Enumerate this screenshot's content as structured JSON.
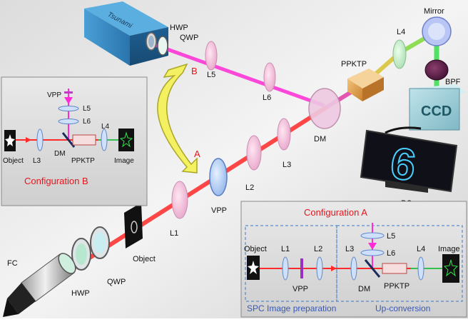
{
  "colors": {
    "beam_red": "#ff2a2a",
    "beam_magenta": "#ff2bd6",
    "beam_green": "#36e04d",
    "beam_yellow": "#f2f23b",
    "label_red": "#e8141b",
    "label_blue": "#3a58b0",
    "laser_blue": "#2e7fb8",
    "ccd_cyan": "#8fcad6",
    "crystal_orange": "#e6a24f"
  },
  "main": {
    "laser_brand": "Tsunami",
    "hwp_top": "HWP",
    "qwp_top": "QWP",
    "mirror": "Mirror",
    "l4": "L4",
    "ppktp": "PPKTP",
    "bpf": "BPF",
    "ccd": "CCD",
    "l5": "L5",
    "l6": "L6",
    "dm": "DM",
    "l3": "L3",
    "l2": "L2",
    "l1": "L1",
    "vpp": "VPP",
    "object": "Object",
    "fc": "FC",
    "hwp_bottom": "HWP",
    "qwp_bottom": "QWP",
    "pc": "PC",
    "point_a": "A",
    "point_b": "B",
    "pc_digit": "6"
  },
  "config_b": {
    "title": "Configuration B",
    "vpp": "VPP",
    "l5": "L5",
    "l6": "L6",
    "l4": "L4",
    "object": "Object",
    "l3": "L3",
    "dm": "DM",
    "ppktp": "PPKTP",
    "image": "Image"
  },
  "config_a": {
    "title": "Configuration A",
    "object": "Object",
    "l1": "L1",
    "l2": "L2",
    "vpp": "VPP",
    "l3": "L3",
    "l5": "L5",
    "l6": "L6",
    "l4": "L4",
    "image": "Image",
    "dm": "DM",
    "ppktp": "PPKTP",
    "section_left": "SPC Image preparation",
    "section_right": "Up-conversion"
  }
}
